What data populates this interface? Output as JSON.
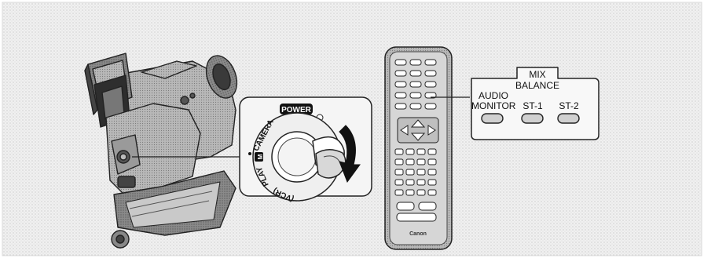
{
  "dial": {
    "power_label": "POWER",
    "camera_label": "CAMERA",
    "camera_badge": "M",
    "play_label": "PLAY",
    "vcr_label": "(VCR)"
  },
  "remote": {
    "brand_label": "Canon"
  },
  "callout": {
    "audio_monitor_line1": "AUDIO",
    "audio_monitor_line2": "MONITOR",
    "mix_balance_line1": "MIX",
    "mix_balance_line2": "BALANCE",
    "st1_label": "ST-1",
    "st2_label": "ST-2"
  }
}
